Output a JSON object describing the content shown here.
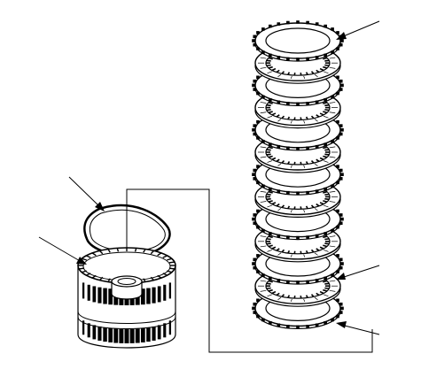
{
  "diagram": {
    "type": "exploded-view line drawing",
    "parts": [
      "snap-ring",
      "clutch-drum",
      "clutch-pack-stack"
    ],
    "callout_count": 5,
    "plate_count": 13,
    "colors": {
      "ink": "#000000",
      "background": "#ffffff"
    }
  }
}
